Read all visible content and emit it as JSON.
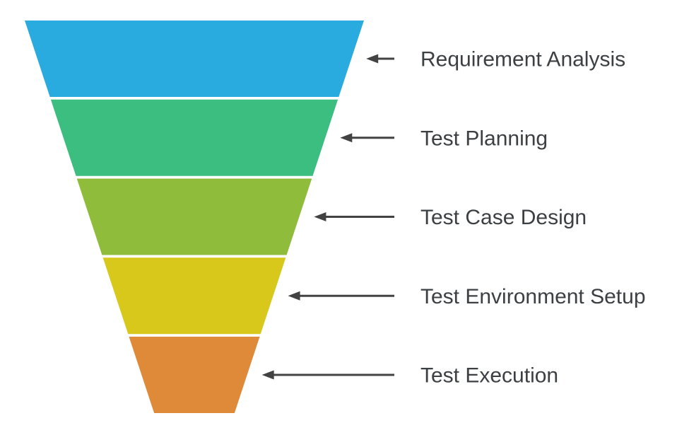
{
  "page": {
    "background": "#FFFFFF"
  },
  "chart_data": {
    "type": "funnel",
    "orientation": "vertical-top-widest",
    "title": "",
    "stages": [
      {
        "label": "Requirement Analysis",
        "color": "#29ABDF"
      },
      {
        "label": "Test Planning",
        "color": "#3CBE80"
      },
      {
        "label": "Test Case Design",
        "color": "#90BC3C"
      },
      {
        "label": "Test Environment Setup",
        "color": "#D8C81B"
      },
      {
        "label": "Test Execution",
        "color": "#DE8A38"
      }
    ],
    "labels_position": "right",
    "connector": {
      "style": "arrow-pointing-left-at-funnel",
      "color": "#424242"
    },
    "label_color": "#3C4043",
    "segment_gap_color": "#FFFFFF"
  }
}
